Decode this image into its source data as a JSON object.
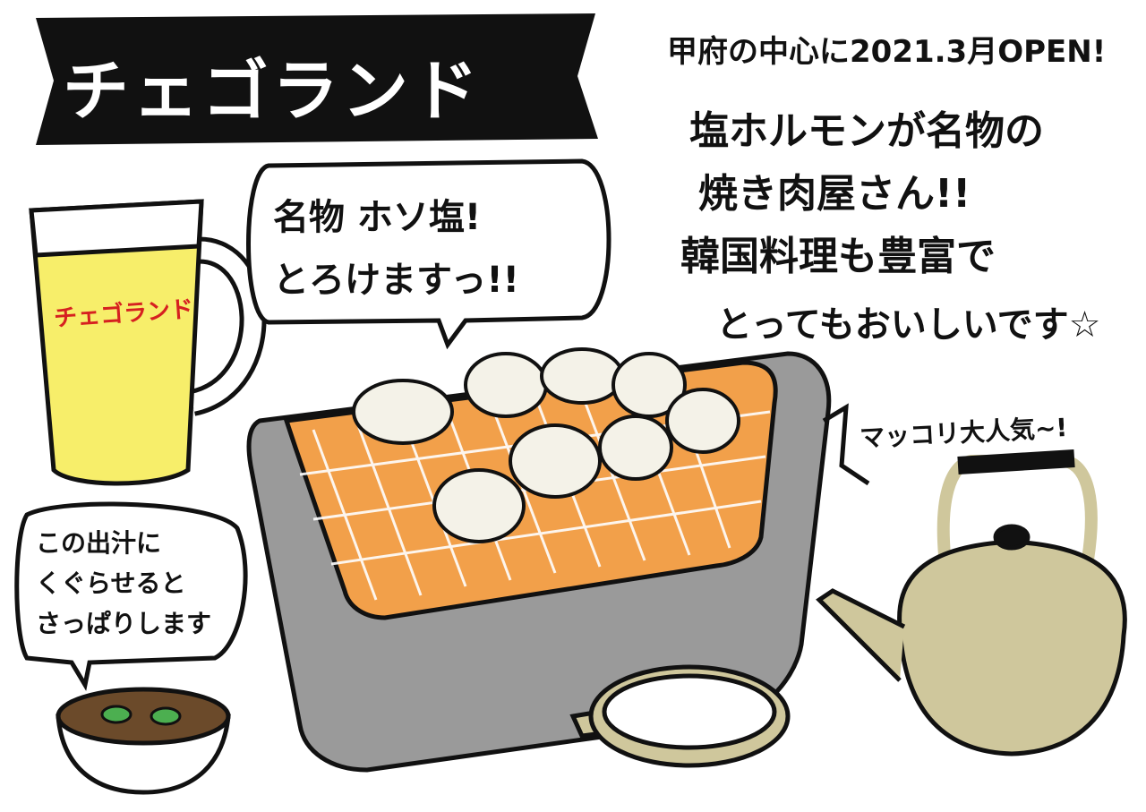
{
  "title": "チェゴランド",
  "description": [
    "甲府の中心に2021.3月OPEN!",
    "塩ホルモンが名物の",
    "焼き肉屋さん!!",
    "韓国料理も豊富で",
    "とってもおいしいです☆"
  ],
  "speech_bubble_main": [
    "名物 ホソ塩!",
    "とろけますっ!!"
  ],
  "speech_bubble_soup": [
    "この出汁に",
    "くぐらせると",
    "さっぱりします"
  ],
  "makgeolli_caption": "マッコリ大人気~!",
  "beer_logo": "チェゴランド",
  "colors": {
    "banner": "#111111",
    "beer": "#f7ee6a",
    "grill": "#9a9a9a",
    "kettle": "#cfc79c",
    "flame": "#f2a04a",
    "soup": "#6b4a2a",
    "scallion": "#4caf50"
  }
}
